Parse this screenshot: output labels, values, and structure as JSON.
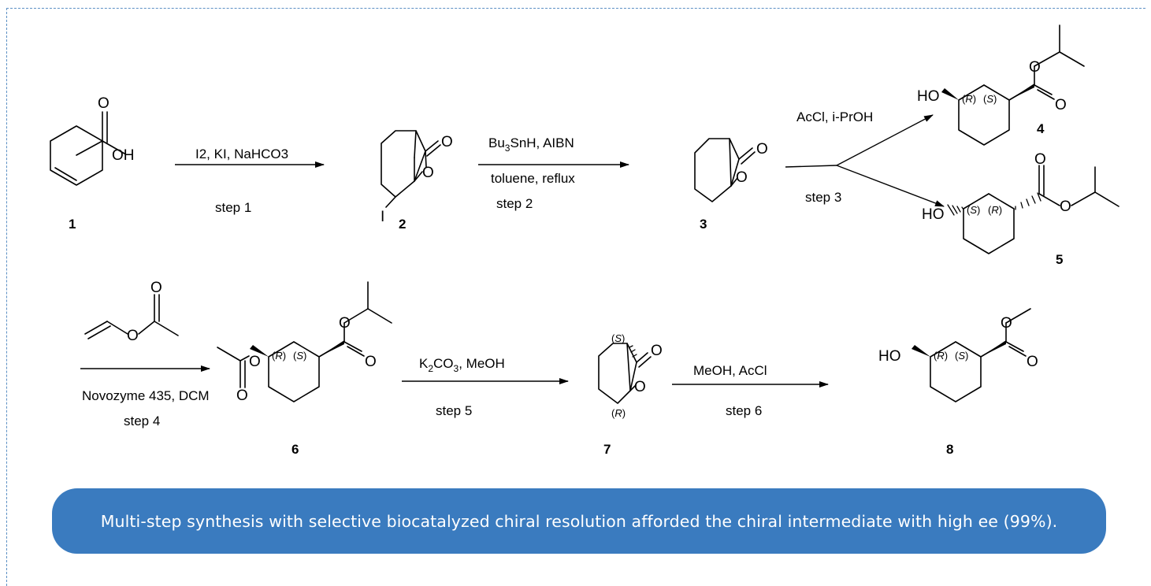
{
  "compounds": {
    "c1": "1",
    "c2": "2",
    "c3": "3",
    "c4": "4",
    "c5": "5",
    "c6": "6",
    "c7": "7",
    "c8": "8"
  },
  "reagents": {
    "step1_top": "I2, KI, NaHCO3",
    "step1_bottom": "step 1",
    "step2_top_base": "Bu",
    "step2_top_sub": "3",
    "step2_top_rest": "SnH, AIBN",
    "step2_mid": "toluene, reflux",
    "step2_bottom": "step 2",
    "step3_top": "AcCl, i-PrOH",
    "step3_bottom": "step 3",
    "step4_top": "Novozyme 435, DCM",
    "step4_bottom": "step 4",
    "step5_top_base": "K",
    "step5_top_sub1": "2",
    "step5_top_mid": "CO",
    "step5_top_sub2": "3",
    "step5_top_rest": ", MeOH",
    "step5_bottom": "step 5",
    "step6_top": "MeOH, AcCl",
    "step6_bottom": "step 6"
  },
  "atoms": {
    "O": "O",
    "OH": "OH",
    "HO": "HO",
    "I": "I"
  },
  "stereo": {
    "R": "R",
    "S": "S",
    "open": "(",
    "close": ")"
  },
  "caption": "Multi-step synthesis with selective biocatalyzed chiral resolution afforded the chiral intermediate with high ee (99%).",
  "colors": {
    "frame_dash": "#5b8fc4",
    "caption_bg": "#3a7bbf",
    "caption_text": "#ffffff"
  }
}
